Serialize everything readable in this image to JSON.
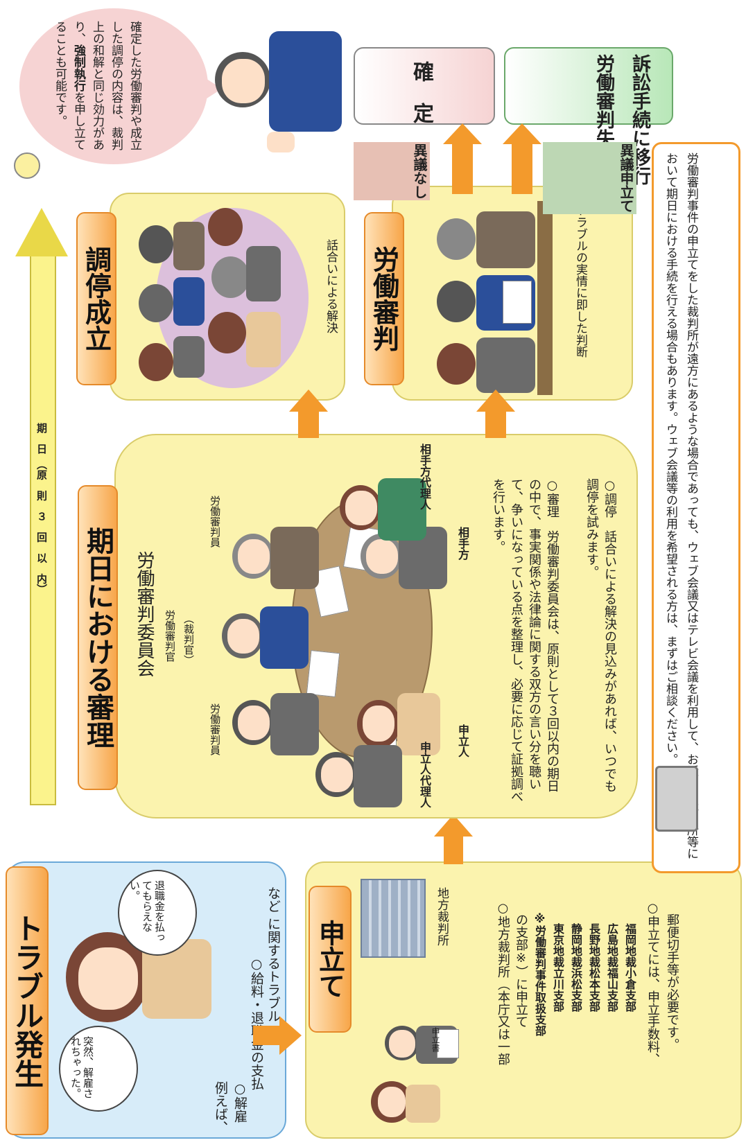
{
  "trouble": {
    "title": "トラブル発生",
    "bubble_left": "突然、解雇されちゃった。",
    "bubble_right": "退職金を払ってもらえない。",
    "example_label": "例えば、",
    "example_items": [
      "○解雇",
      "○給料・退職金の支払",
      "　など に関するトラブル"
    ]
  },
  "filing": {
    "title": "申立て",
    "court_label": "地方裁判所",
    "doc_label": "申立書",
    "text_lines": [
      "○地方裁判所（本庁又は一部",
      "　の支部※）に申立て",
      "　※労働審判事件取扱支部",
      "　　東京地裁立川支部",
      "　　静岡地裁浜松支部",
      "　　長野地裁松本支部",
      "　　広島地裁福山支部",
      "　　福岡地裁小倉支部",
      "○申立てには、申立手数料、",
      "　郵便切手等が必要です。"
    ]
  },
  "hearing": {
    "title": "期日における審理",
    "committee": "労働審判委員会",
    "label_judge": "労働審判官",
    "label_judge_sub": "（裁判官）",
    "label_member1": "労働審判員",
    "label_member2": "労働審判員",
    "label_applicant": "申立人",
    "label_applicant_agent": "申立人代理人",
    "label_respondent": "相手方",
    "label_respondent_agent": "相手方代理人",
    "text_shinri": "○審理　労働審判委員会は、原則として３回以内の期日の中で、事実関係や法律論に関する双方の言い分を聴いて、争いになっている点を整理し、必要に応じて証拠調べを行います。",
    "text_chotei": "○調停　話合いによる解決の見込みがあれば、いつでも調停を試みます。"
  },
  "timeline": {
    "label": "期　日　（原　則　３　回　以　内）"
  },
  "mediation": {
    "title": "調停成立",
    "caption": "話合いによる解決"
  },
  "tribunal": {
    "title": "労働審判",
    "caption": "トラブルの実情に即した判断"
  },
  "speech": {
    "text_parts": [
      "確定した労働審判や成立した調停の内容は、裁判上の和解と同じ効力があり、",
      "強制執行",
      "を申し立てることも可能です。"
    ]
  },
  "outcomes": {
    "no_objection": "異議なし",
    "objection": "異議申立て",
    "final": "確　定",
    "lawsuit": "訴訟手続に移行",
    "lapse": "労働審判失効"
  },
  "notice": {
    "text": "労働審判事件の申立てをした裁判所が遠方にあるような場合であっても、ウェブ会議又はテレビ会議を利用して、お近くの裁判所等において期日における手続を行える場合もあります。ウェブ会議等の利用を希望される方は、まずはご相談ください。"
  },
  "colors": {
    "panel_yellow": "#fbf3ae",
    "panel_blue": "#d7ecf9",
    "orange": "#f39a2c",
    "pink": "#f6d3d3",
    "green": "#c6ecc6"
  }
}
